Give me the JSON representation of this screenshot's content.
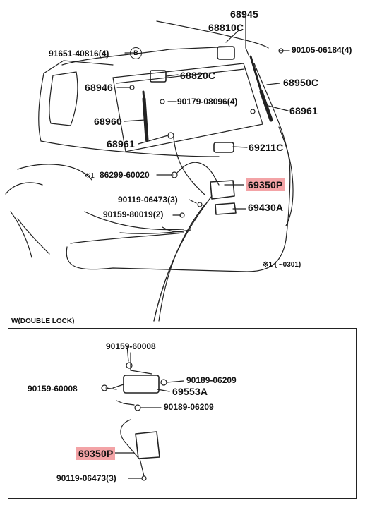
{
  "top": {
    "parts": {
      "p68945": "68945",
      "p68810c": "68810C",
      "p91651": "91651-40816(4)",
      "p90105": "90105-06184(4)",
      "p68820c": "68820C",
      "p68946": "68946",
      "p68950c": "68950C",
      "p90179": "90179-08096(4)",
      "p68961r": "68961",
      "p68960": "68960",
      "p68961l": "68961",
      "p69211c": "69211C",
      "p86299": "86299-60020",
      "p69350p": "69350P",
      "p90119": "90119-06473(3)",
      "p69430a": "69430A",
      "p90159": "90159-80019(2)"
    },
    "callout_b": "B",
    "note_mark": "※1",
    "footnote": "※1  (      ~0301)"
  },
  "bottom": {
    "section_title": "W(DOUBLE  LOCK)",
    "parts": {
      "p90159a": "90159-60008",
      "p90189a": "90189-06209",
      "p90159b": "90159-60008",
      "p69553a": "69553A",
      "p90189b": "90189-06209",
      "p69350p": "69350P",
      "p90119": "90119-06473(3)"
    }
  },
  "colors": {
    "highlight": "#f3a3a6",
    "ink": "#111111"
  }
}
